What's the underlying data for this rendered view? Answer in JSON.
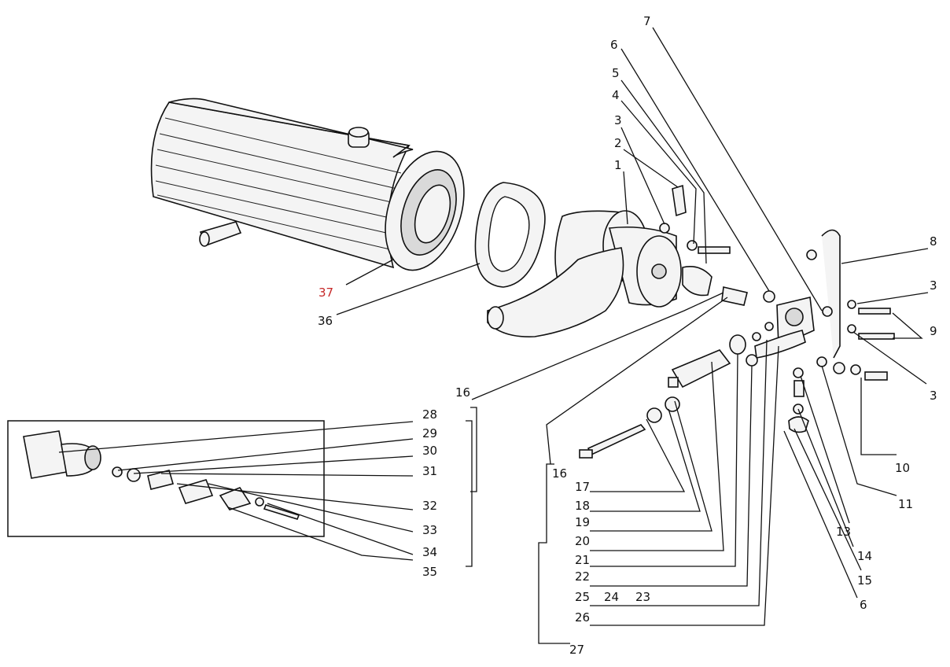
{
  "diagram": {
    "labels": [
      {
        "id": "l7",
        "text": "7"
      },
      {
        "id": "l6a",
        "text": "6"
      },
      {
        "id": "l5",
        "text": "5"
      },
      {
        "id": "l4",
        "text": "4"
      },
      {
        "id": "l3a",
        "text": "3"
      },
      {
        "id": "l2",
        "text": "2"
      },
      {
        "id": "l1",
        "text": "1"
      },
      {
        "id": "l8",
        "text": "8"
      },
      {
        "id": "l3b",
        "text": "3"
      },
      {
        "id": "l9",
        "text": "9"
      },
      {
        "id": "l3c",
        "text": "3"
      },
      {
        "id": "l10",
        "text": "10"
      },
      {
        "id": "l11",
        "text": "11"
      },
      {
        "id": "l13",
        "text": "13"
      },
      {
        "id": "l14",
        "text": "14"
      },
      {
        "id": "l15",
        "text": "15"
      },
      {
        "id": "l6b",
        "text": "6"
      },
      {
        "id": "l37",
        "text": "37"
      },
      {
        "id": "l36",
        "text": "36"
      },
      {
        "id": "l16a",
        "text": "16"
      },
      {
        "id": "l16b",
        "text": "16"
      },
      {
        "id": "l17",
        "text": "17"
      },
      {
        "id": "l18",
        "text": "18"
      },
      {
        "id": "l19",
        "text": "19"
      },
      {
        "id": "l20",
        "text": "20"
      },
      {
        "id": "l21",
        "text": "21"
      },
      {
        "id": "l22",
        "text": "22"
      },
      {
        "id": "l25",
        "text": "25"
      },
      {
        "id": "l24",
        "text": "24"
      },
      {
        "id": "l23",
        "text": "23"
      },
      {
        "id": "l26",
        "text": "26"
      },
      {
        "id": "l27",
        "text": "27"
      },
      {
        "id": "l28",
        "text": "28"
      },
      {
        "id": "l29",
        "text": "29"
      },
      {
        "id": "l30",
        "text": "30"
      },
      {
        "id": "l31",
        "text": "31"
      },
      {
        "id": "l32",
        "text": "32"
      },
      {
        "id": "l33",
        "text": "33"
      },
      {
        "id": "l34",
        "text": "34"
      },
      {
        "id": "l35",
        "text": "35"
      }
    ],
    "colors": {
      "line": "#111111",
      "highlight": "#c62828",
      "background": "#ffffff"
    }
  }
}
